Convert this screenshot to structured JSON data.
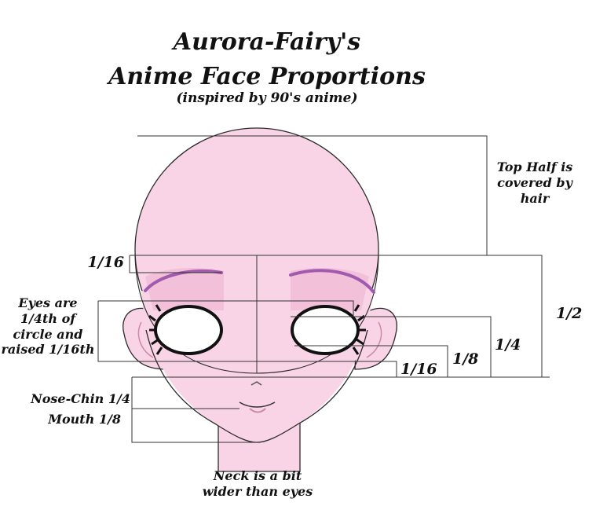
{
  "title": {
    "line1": "Aurora-Fairy's",
    "line2": "Anime Face Proportions",
    "subtitle": "(inspired by 90's anime)"
  },
  "notes": {
    "top_half": [
      "Top Half is",
      "covered by",
      "hair"
    ],
    "eyes": [
      "Eyes are",
      "1/4th of",
      "circle and",
      "raised 1/16th"
    ],
    "nose_chin": "Nose-Chin 1/4",
    "mouth": "Mouth 1/8",
    "neck": [
      "Neck is a bit",
      "wider than eyes"
    ]
  },
  "fractions": {
    "brow_gap": "1/16",
    "half": "1/2",
    "quarter": "1/4",
    "eighth": "1/8",
    "sixteenth": "1/16"
  },
  "colors": {
    "skin": "#f9d3e6",
    "skin_shadow": "#f1bcd6",
    "eyebrow": "#a05aae",
    "lid_shade": "#e8a9c6",
    "line": "#2a2a2a"
  }
}
